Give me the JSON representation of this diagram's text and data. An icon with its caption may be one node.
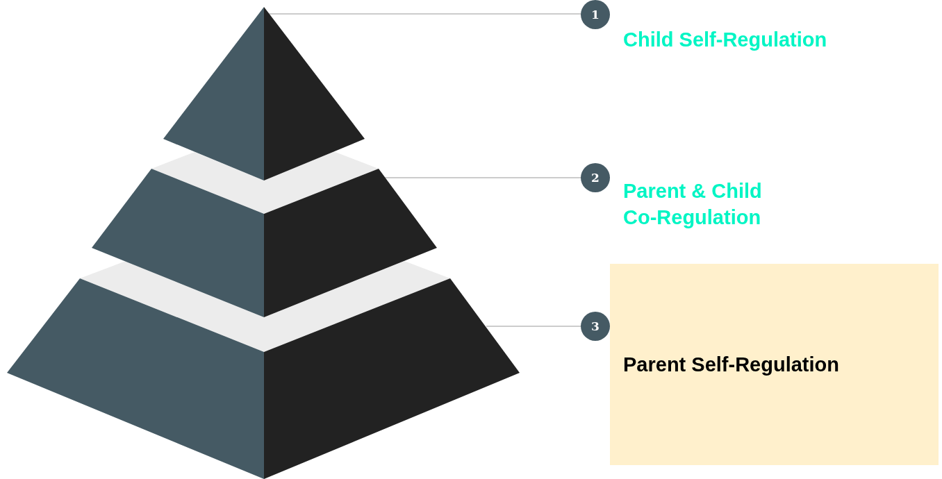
{
  "diagram": {
    "nodes": [
      {
        "text": [],
        "shape": "triangle"
      },
      {
        "text": [],
        "shape": "trapezoid"
      },
      {
        "text": [],
        "shape": "trapezoid"
      },
      {
        "text": [
          "1"
        ],
        "beside": [
          "Child Self-Regulation"
        ]
      },
      {
        "text": [
          "2"
        ],
        "beside": [
          "Parent & Child Co-Regulation"
        ]
      },
      {
        "text": [
          "3"
        ]
      },
      {
        "text": [
          "Parent Self-Regulation"
        ]
      }
    ],
    "edges": [
      {
        "from": 3,
        "to": 0,
        "arrow": "none"
      },
      {
        "from": 4,
        "to": 1,
        "arrow": "none"
      },
      {
        "from": 5,
        "to": 2,
        "arrow": "none"
      }
    ]
  }
}
